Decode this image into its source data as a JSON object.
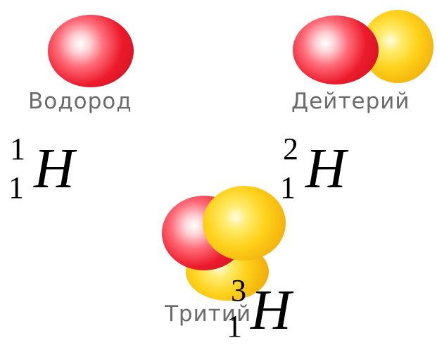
{
  "isotopes": {
    "protium": {
      "name": "Водород",
      "mass": "1",
      "atomic": "1",
      "symbol": "H"
    },
    "deuterium": {
      "name": "Дейтерий",
      "mass": "2",
      "atomic": "1",
      "symbol": "H"
    },
    "tritium": {
      "name": "Тритий",
      "mass": "3",
      "atomic": "1",
      "symbol": "H"
    }
  },
  "colors": {
    "proton": "#ec1b2c",
    "neutron": "#ffd21c",
    "label": "#6a6a6a",
    "formula": "#000000"
  }
}
